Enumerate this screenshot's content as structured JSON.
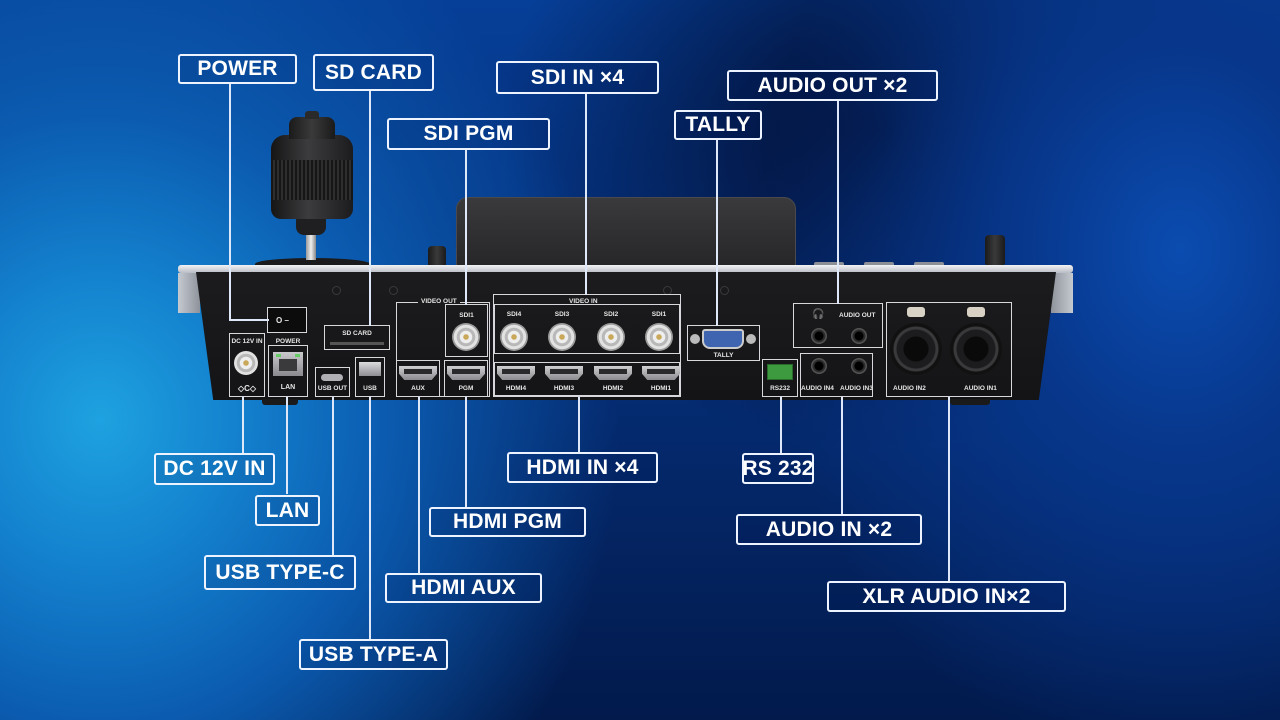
{
  "diagram": {
    "title": "Rear panel connector diagram",
    "colors": {
      "label_border": "#eef4ff",
      "label_text": "#ffffff",
      "panel": "#1a1a1c",
      "background_light": "#1ea2e0",
      "background_dark": "#021a4c"
    },
    "callouts": {
      "power": "POWER",
      "sd_card": "SD CARD",
      "sdi_pgm": "SDI PGM",
      "sdi_in": "SDI IN ×4",
      "tally": "TALLY",
      "audio_out": "AUDIO OUT ×2",
      "dc_in": "DC 12V IN",
      "lan": "LAN",
      "usb_c": "USB TYPE-C",
      "usb_a": "USB TYPE-A",
      "hdmi_aux": "HDMI AUX",
      "hdmi_pgm": "HDMI PGM",
      "hdmi_in": "HDMI IN ×4",
      "rs232": "RS 232",
      "audio_in": "AUDIO IN ×2",
      "xlr_audio_in": "XLR AUDIO IN×2"
    },
    "panel_silkscreen": {
      "dc_12v_in": "DC 12V IN",
      "polarity": "◇C◇",
      "power": "POWER",
      "lan": "LAN",
      "sd_card": "SD CARD",
      "usb_out": "USB OUT",
      "usb": "USB",
      "video_out": "VIDEO OUT",
      "sdi1_out": "SDI1",
      "aux": "AUX",
      "pgm": "PGM",
      "video_in": "VIDEO IN",
      "sdi_inputs": [
        "SDI4",
        "SDI3",
        "SDI2",
        "SDI1"
      ],
      "hdmi_inputs": [
        "HDMI4",
        "HDMI3",
        "HDMI2",
        "HDMI1"
      ],
      "tally": "TALLY",
      "rs232": "RS232",
      "headphone_icon": "🎧",
      "audio_out": "AUDIO OUT",
      "audio_in4": "AUDIO IN4",
      "audio_in3": "AUDIO IN3",
      "audio_in2": "AUDIO IN2",
      "audio_in1": "AUDIO IN1"
    }
  }
}
